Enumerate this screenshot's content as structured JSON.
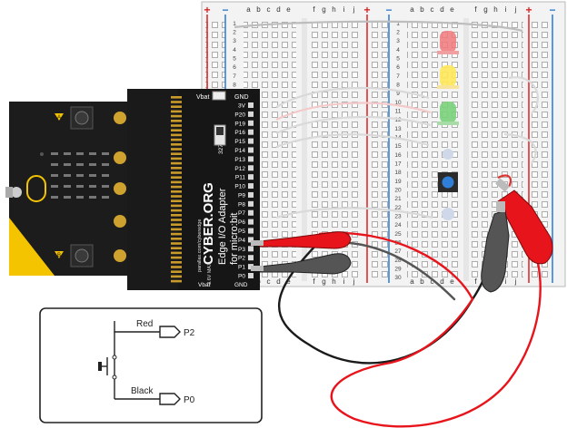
{
  "breadboard": {
    "columns_left": [
      "a",
      "b",
      "c",
      "d",
      "e"
    ],
    "columns_right": [
      "f",
      "g",
      "h",
      "i",
      "j"
    ],
    "row_count": 30,
    "plus_sign": "+",
    "minus_sign": "−"
  },
  "adapter": {
    "brand": "CYBER.ORG",
    "title_line1": "Edge I/O Adapter",
    "title_line2": "for micro:bit",
    "website": "parallax.com/cyberedge",
    "vbat_label": "Vbat",
    "gnd_label": "GND",
    "part_number": "32710",
    "pins": [
      "3V",
      "P20",
      "P19",
      "P16",
      "P15",
      "P14",
      "P13",
      "P12",
      "P11",
      "P10",
      "P9",
      "P8",
      "P7",
      "P6",
      "P5",
      "P4",
      "P3",
      "P2",
      "P1",
      "P0"
    ],
    "voltage_note": "3.6V MAX",
    "bottom_vbat": "Vbat",
    "bottom_gnd": "GND"
  },
  "microbit": {
    "button_a": "A",
    "button_b": "B"
  },
  "schematic": {
    "label_top": "Red",
    "label_bottom": "Black",
    "pin_top": "P2",
    "pin_bottom": "P0"
  },
  "colors": {
    "board": "#1a1a1a",
    "breadboard": "#f4f4f4",
    "red_rail": "#e02020",
    "blue_rail": "#2a7bd5",
    "clip_red": "#e8141b",
    "clip_black": "#555555",
    "led_red": "#f0787a",
    "led_yellow": "#ffe85a",
    "led_green": "#7ad07a",
    "microbit_yellow": "#f5c400"
  }
}
